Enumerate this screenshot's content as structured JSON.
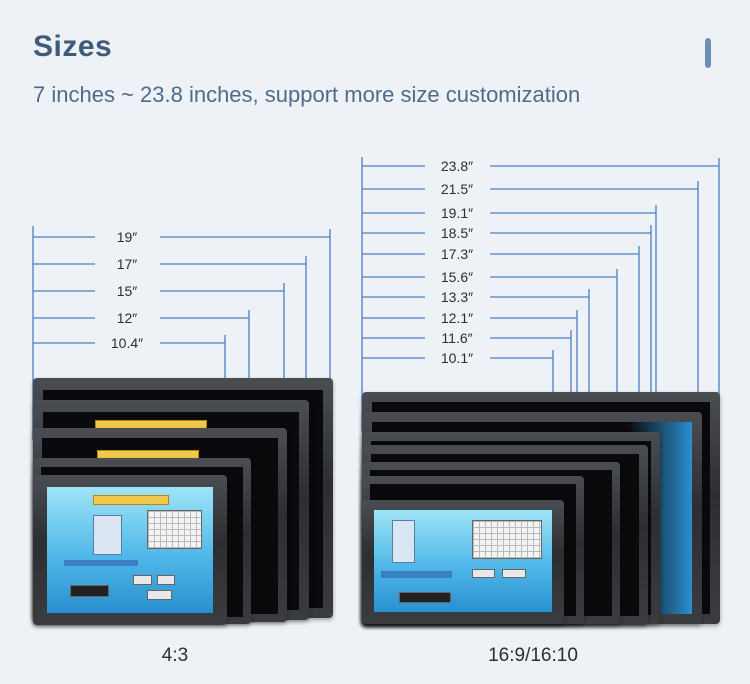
{
  "header": {
    "title": "Sizes",
    "subtitle": "7 inches ~ 23.8 inches, support more size customization"
  },
  "groups": [
    {
      "ratio_label": "4:3",
      "sizes": [
        "19″",
        "17″",
        "15″",
        "12″",
        "10.4″"
      ]
    },
    {
      "ratio_label": "16:9/16:10",
      "sizes": [
        "23.8″",
        "21.5″",
        "19.1″",
        "18.5″",
        "17.3″",
        "15.6″",
        "13.3″",
        "12.1″",
        "11.6″",
        "10.1″"
      ]
    }
  ],
  "colors": {
    "title": "#3f5b7a",
    "dimension_line": "#4a7fc4",
    "bezel": "#34363a",
    "screen_teal": "#4fb8e8"
  }
}
